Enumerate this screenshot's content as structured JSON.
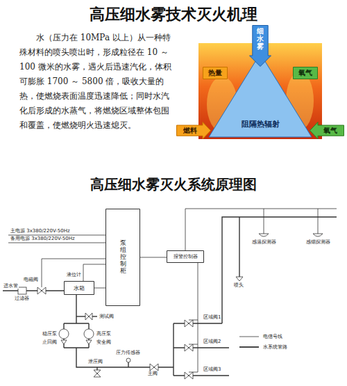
{
  "diagram": {
    "title": "高压细水雾技术灭火机理",
    "nodes": [
      {
        "text": [
          "阻隔热辐射"
        ]
      },
      {
        "text": [
          "细水雾"
        ]
      },
      {
        "text": [
          "热量"
        ]
      },
      {
        "text": [
          "氧气"
        ]
      },
      {
        "text": [
          "燃料"
        ]
      },
      {
        "text": [
          "氧气"
        ]
      },
      {
        "text": [
          "泵组控制柜"
        ]
      },
      {
        "text": [
          "水箱"
        ]
      },
      {
        "text": [
          "报警控制器"
        ]
      }
    ],
    "edges": [
      {
        "from": 7,
        "to": 6,
        "arrow": "none"
      },
      {
        "from": 6,
        "to": 8,
        "arrow": "none"
      }
    ],
    "labels": [
      "水（压力在 10MPa 以上）从一种特殊材料的喷头喷出时，形成粒径在 10 ～ 100 微米的水雾，遇火后迅速汽化，体积可膨胀 1700 ～ 5800 倍，吸收大量的热，使燃烧表面温度迅速降低；同时水汽化后形成的水蒸气，将燃烧区域整体包围和覆盖，使燃烧明火迅速熄灭。",
      "高压细水雾灭火系统原理图",
      "主电源 3x380/220V-50Hz",
      "备用电源 3x380/220V-50Hz",
      "进水管",
      "过滤器",
      "电磁阀",
      "液位计",
      "测试阀",
      "稳压泵",
      "高压泵",
      "止回阀",
      "安全阀",
      "泄压阀",
      "压力传感器",
      "主阀",
      "区域阀1",
      "区域阀2",
      "区域阀3",
      "感温探测器",
      "感烟探测器",
      "喷头"
    ],
    "legend": [
      {
        "text": "电信号线"
      },
      {
        "text": "水系统管路"
      }
    ]
  }
}
